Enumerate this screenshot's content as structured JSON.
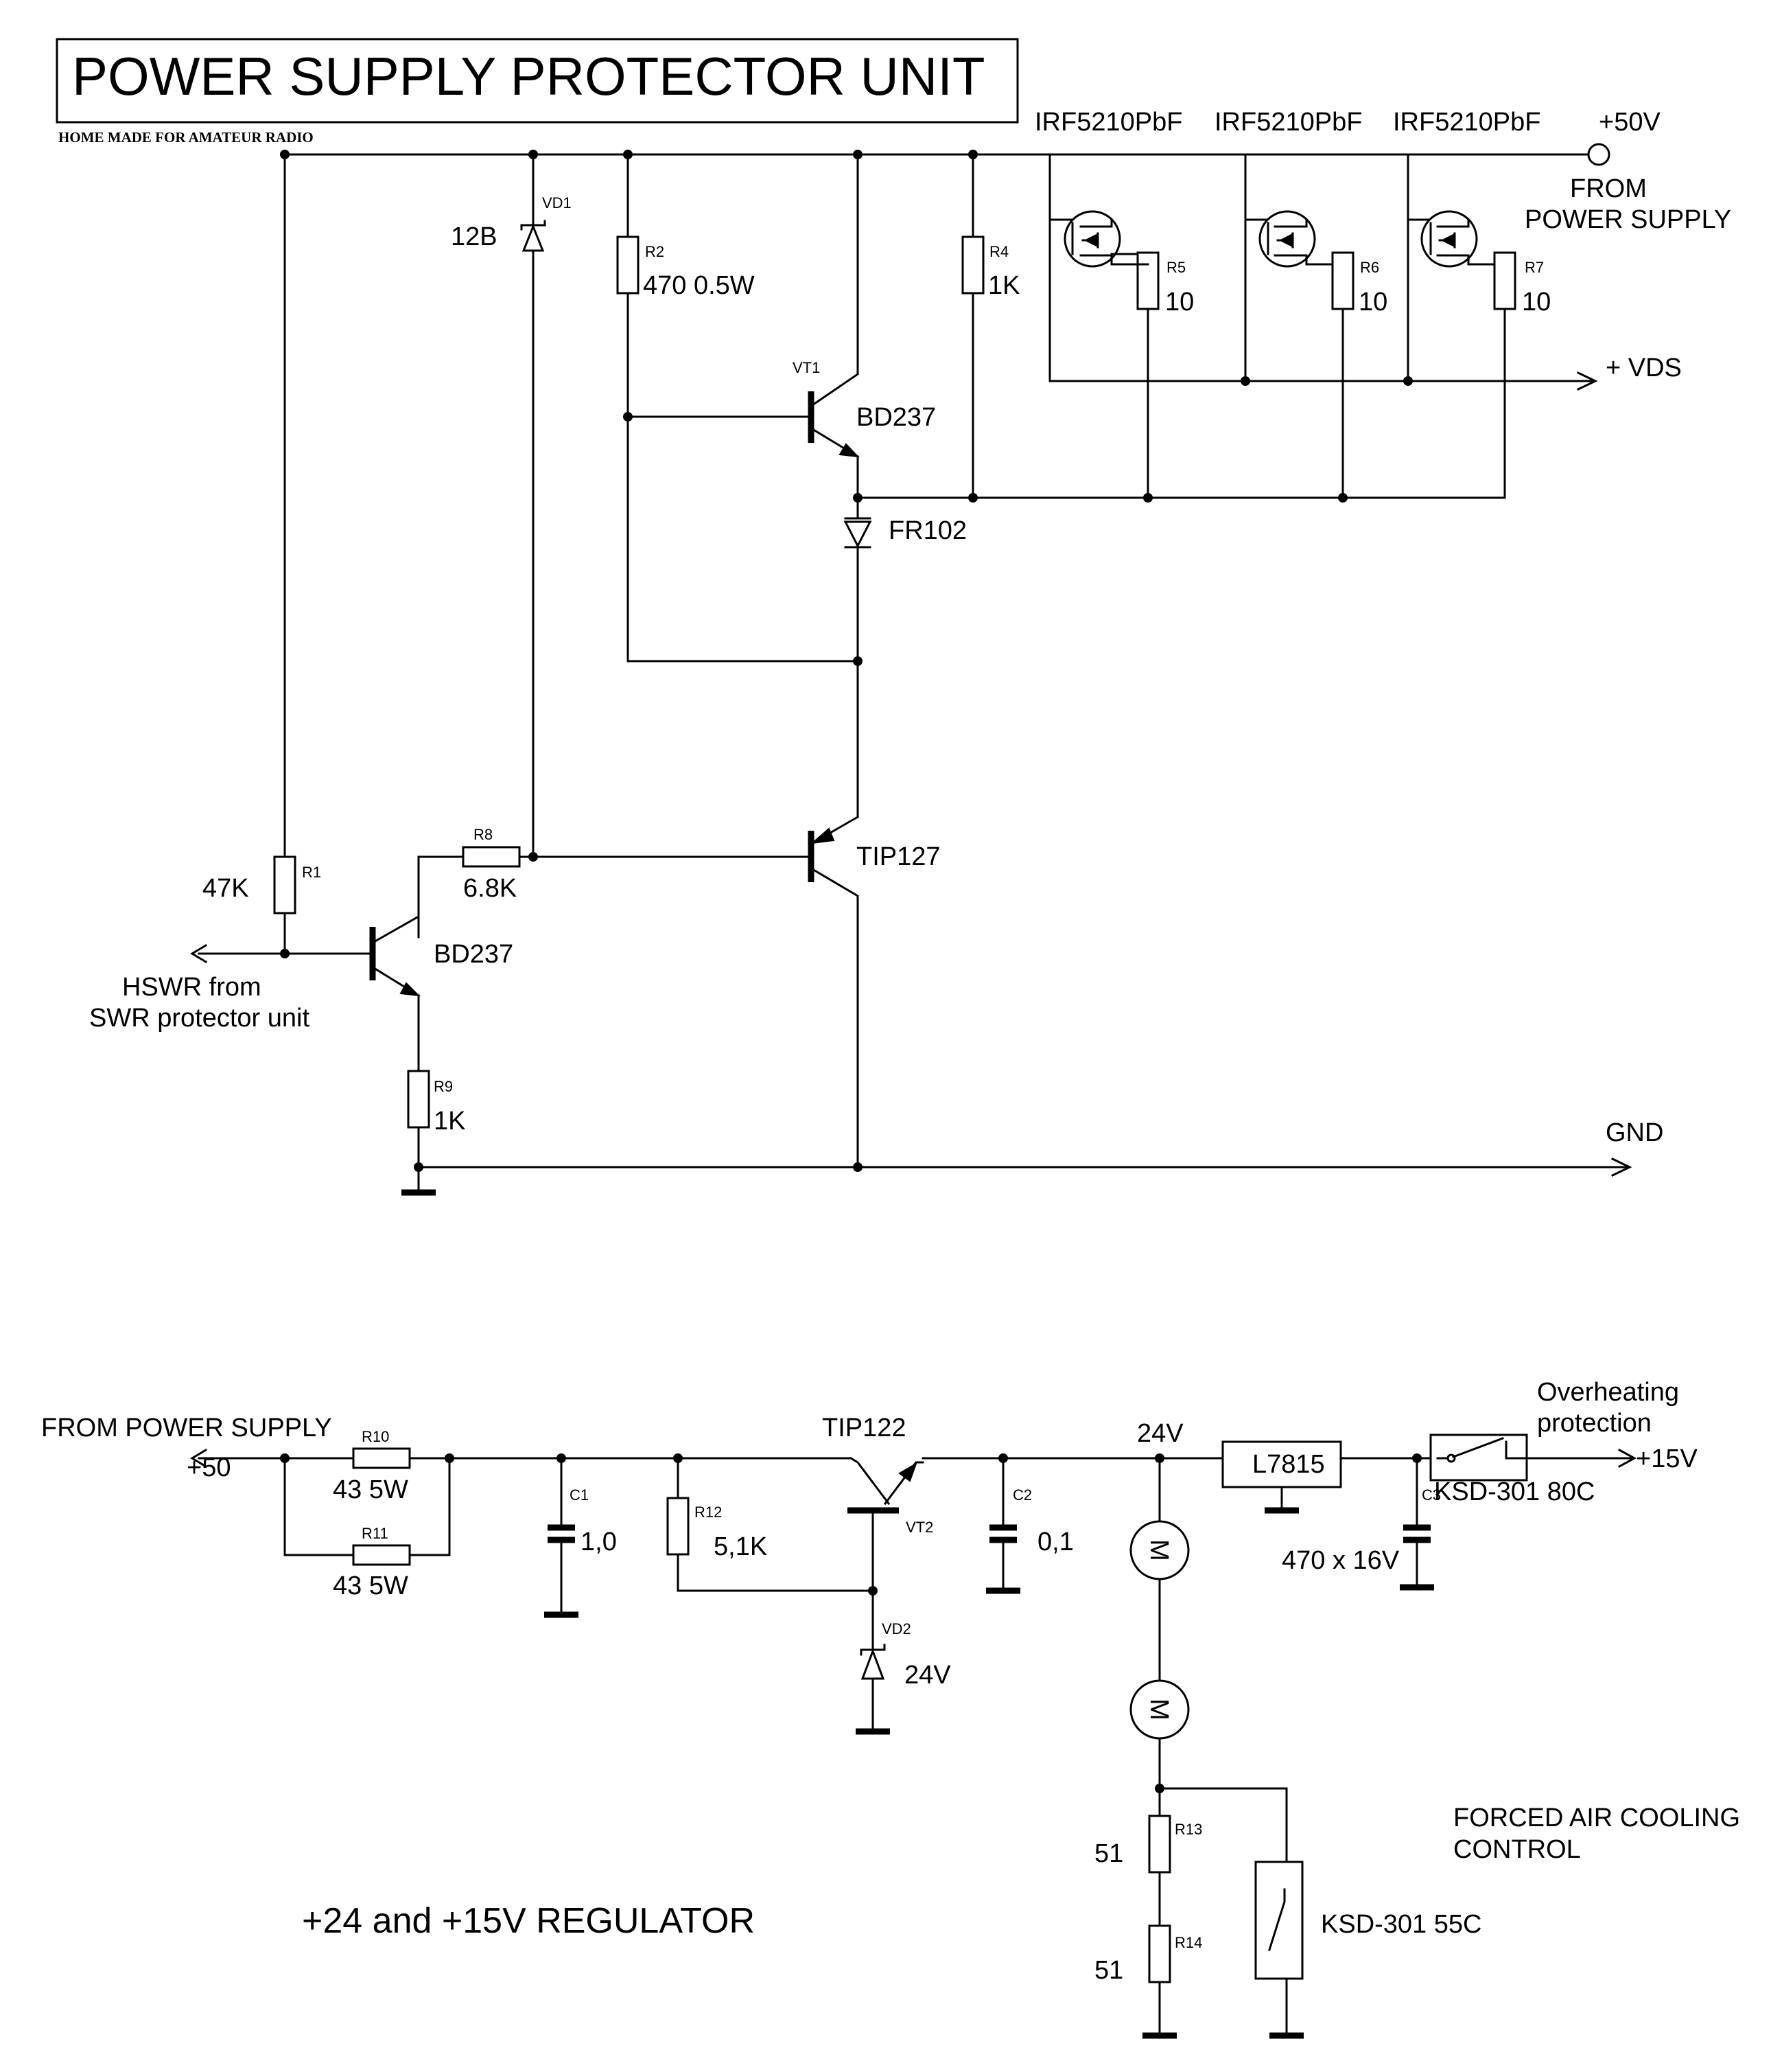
{
  "title": "POWER SUPPLY PROTECTOR UNIT",
  "subtitle": "HOME MADE FOR AMATEUR RADIO",
  "protector": {
    "mosfets": [
      {
        "part": "IRF5210PbF",
        "resistor_ref": "R5",
        "resistor_value": "10"
      },
      {
        "part": "IRF5210PbF",
        "resistor_ref": "R6",
        "resistor_value": "10"
      },
      {
        "part": "IRF5210PbF",
        "resistor_ref": "R7",
        "resistor_value": "10"
      }
    ],
    "supply_label": "+50V",
    "from_label_1": "FROM",
    "from_label_2": "POWER SUPPLY",
    "vds_label": "+ VDS",
    "gnd_label": "GND",
    "vd1": {
      "ref": "VD1",
      "value": "12B"
    },
    "r2": {
      "ref": "R2",
      "value": "470 0.5W"
    },
    "r4": {
      "ref": "R4",
      "value": "1K"
    },
    "vt1": {
      "ref": "VT1",
      "part": "BD237"
    },
    "diode": {
      "part": "FR102"
    },
    "q_tip": {
      "part": "TIP127"
    },
    "r8": {
      "ref": "R8",
      "value": "6.8K"
    },
    "r1": {
      "ref": "R1",
      "value": "47K"
    },
    "q_in": {
      "part": "BD237"
    },
    "r9": {
      "ref": "R9",
      "value": "1K"
    },
    "hswr_1": "HSWR from",
    "hswr_2": "SWR protector unit"
  },
  "regulator": {
    "heading": "+24 and +15V REGULATOR",
    "input_label": "FROM POWER SUPPLY",
    "input_voltage": "+50",
    "r10": {
      "ref": "R10",
      "value": "43 5W"
    },
    "r11": {
      "ref": "R11",
      "value": "43 5W"
    },
    "c1": {
      "ref": "C1",
      "value": "1,0"
    },
    "r12": {
      "ref": "R12",
      "value": "5,1K"
    },
    "vt2": {
      "ref": "VT2",
      "part": "TIP122"
    },
    "vd2": {
      "ref": "VD2",
      "value": "24V"
    },
    "c2": {
      "ref": "C2",
      "value": "0,1"
    },
    "node_24": "24V",
    "regulator_ic": "L7815",
    "c3": {
      "ref": "C3",
      "value": "470 x 16V"
    },
    "thermo_80": "KSD-301 80C",
    "overheat_1": "Overheating",
    "overheat_2": "protection",
    "out_15": "+15V",
    "motor_symbol": "M",
    "r13": {
      "ref": "R13",
      "value": "51"
    },
    "r14": {
      "ref": "R14",
      "value": "51"
    },
    "thermo_55": "KSD-301 55C",
    "cooling_1": "FORCED AIR COOLING",
    "cooling_2": "CONTROL"
  }
}
